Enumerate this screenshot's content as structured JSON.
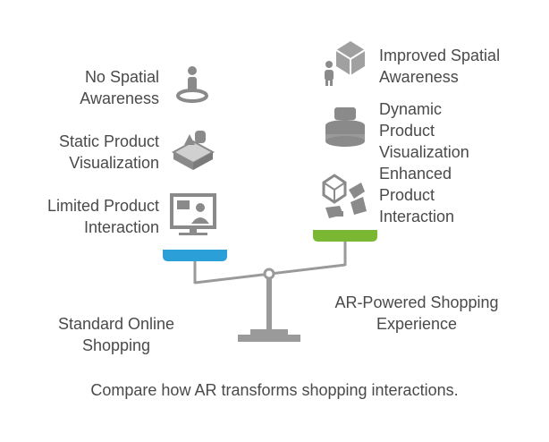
{
  "left_side": {
    "items": [
      {
        "lines": [
          "No Spatial",
          "Awareness"
        ],
        "icon": "person-on-pin-icon"
      },
      {
        "lines": [
          "Static Product",
          "Visualization"
        ],
        "icon": "static-box-icon"
      },
      {
        "lines": [
          "Limited Product",
          "Interaction"
        ],
        "icon": "monitor-person-icon"
      }
    ],
    "pan_color": "#2a9fd8",
    "title_lines": [
      "Standard Online",
      "Shopping"
    ]
  },
  "right_side": {
    "items": [
      {
        "lines": [
          "Improved Spatial",
          "Awareness"
        ],
        "icon": "person-with-ar-cube-icon"
      },
      {
        "lines": [
          "Dynamic",
          "Product",
          "Visualization"
        ],
        "icon": "layered-platform-icon"
      },
      {
        "lines": [
          "Enhanced",
          "Product",
          "Interaction"
        ],
        "icon": "ar-cube-hand-icon"
      }
    ],
    "pan_color": "#7ab733",
    "title_lines": [
      "AR-Powered Shopping",
      "Experience"
    ]
  },
  "caption": "Compare how AR transforms shopping interactions.",
  "colors": {
    "icon": "#8a8a8a",
    "scale": "#9a9a9a",
    "text": "#4a4a4a"
  }
}
